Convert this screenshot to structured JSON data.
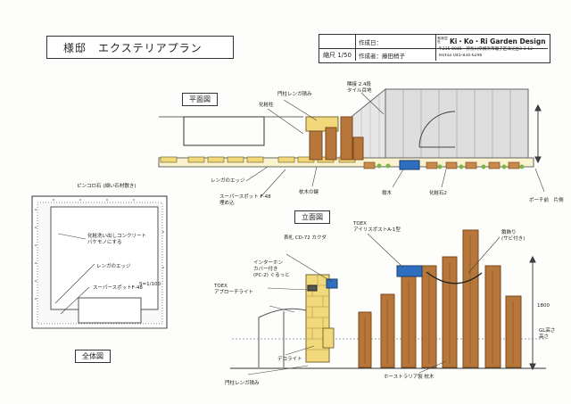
{
  "header": {
    "title": "様邸　エクステリアプラン"
  },
  "title_block": {
    "date_label": "作成日：",
    "scale_label": "縮尺 1/50",
    "author_label": "作成者：藤田梢子",
    "company_prefix": "有限会社",
    "company_name": "Ki・Ko・Ri Garden Design",
    "address": "〒235-0045　神奈川県横浜市磯子区洋光台3-3-12",
    "tel": "Tel/Fax 045-834-6296"
  },
  "labels": {
    "plan_view": "平面図",
    "elevation_view": "立面図",
    "overall_view": "全体図"
  },
  "plan_notes": {
    "gate_pillar": "門柱レンガ積み",
    "cut_cut": "化粧柱",
    "parallel_border": "隣接 2.4段\nタイル目地",
    "brick_edge": "レンガのエッジ",
    "sleeper_pole": "スーパースポット F-48\n埋め込",
    "wood_edge": "枕木の鍵",
    "planting": "樹木",
    "ornament": "化粧石2",
    "porch": "ポーチ前　片側"
  },
  "overall_notes": {
    "top": "ピンコロ石 (細い石材敷き)",
    "concrete": "化粧洗い出しコンクリート\nバケモノにする",
    "brick_edge": "レンガのエッジ",
    "sleeper": "スーパースポットF-48",
    "scale_ratio": "S=1/100"
  },
  "elevation_notes": {
    "nameplate": "表札 CD-72 カクダ",
    "intercom": "インターホン\nカバー付き\n(PC-2) ぐるっと",
    "lamp": "TOEX\nアプローチライト",
    "gate_brick": "門柱レンガ積み",
    "deco_light": "デコライト",
    "post": "TOEX\nアイリスポストA-1型",
    "chain": "鎖飾り\n(サビ付き)",
    "height": "1800",
    "ground_height": "GL高さ\n高さ",
    "fence": "ホーストラリア製 枕木"
  },
  "colors": {
    "wood": "#b8773a",
    "wood_dark": "#7a4a1e",
    "brick_yellow": "#f1d87a",
    "glass": "#dcdcdc",
    "blue_post": "#2f6fbf",
    "ink": "#222222"
  }
}
